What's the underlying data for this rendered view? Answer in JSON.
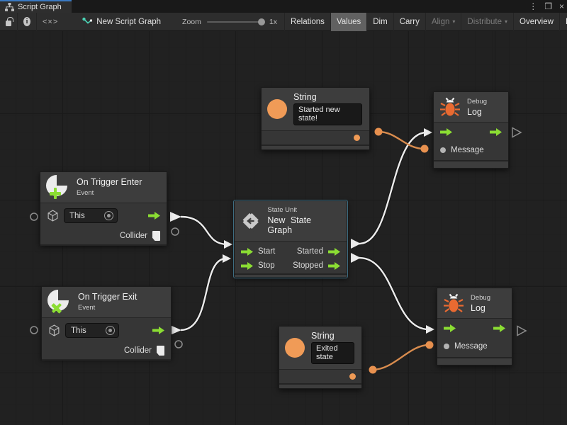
{
  "tab": {
    "title": "Script Graph"
  },
  "window_controls": {
    "menu": "⋮",
    "maximize": "❒",
    "close": "×"
  },
  "toolbar": {
    "code_icon_label": "<×>",
    "graph_name": "New Script Graph",
    "zoom_label": "Zoom",
    "zoom_value": "1x",
    "caret": "▾",
    "buttons": [
      {
        "label": "Relations",
        "state": "normal"
      },
      {
        "label": "Values",
        "state": "active"
      },
      {
        "label": "Dim",
        "state": "normal"
      },
      {
        "label": "Carry",
        "state": "normal"
      },
      {
        "label": "Align",
        "state": "disabled",
        "dropdown": true
      },
      {
        "label": "Distribute",
        "state": "disabled",
        "dropdown": true
      },
      {
        "label": "Overview",
        "state": "normal"
      },
      {
        "label": "Full Screen",
        "state": "normal"
      }
    ]
  },
  "nodes": {
    "string_top": {
      "title": "String",
      "value": "Started new state!"
    },
    "debug_top": {
      "kind": "Debug",
      "title": "Log",
      "port": "Message"
    },
    "trigger_enter": {
      "title": "On Trigger Enter",
      "subtitle": "Event",
      "target": "This",
      "output": "Collider"
    },
    "state_unit": {
      "kind": "State Unit",
      "title": "New State Graph",
      "in1": "Start",
      "in2": "Stop",
      "out1": "Started",
      "out2": "Stopped"
    },
    "trigger_exit": {
      "title": "On Trigger Exit",
      "subtitle": "Event",
      "target": "This",
      "output": "Collider"
    },
    "string_bottom": {
      "title": "String",
      "value": "Exited state"
    },
    "debug_bottom": {
      "kind": "Debug",
      "title": "Log",
      "port": "Message"
    }
  },
  "colors": {
    "flow_green": "#8bdd33",
    "event_bar_green": "#76bf41",
    "value_orange": "#ef9a55",
    "wire_orange": "#d98c4e",
    "selection_blue": "#3e6d82",
    "bug_orange": "#e96a31",
    "tab_accent_blue": "#3a79c2"
  }
}
